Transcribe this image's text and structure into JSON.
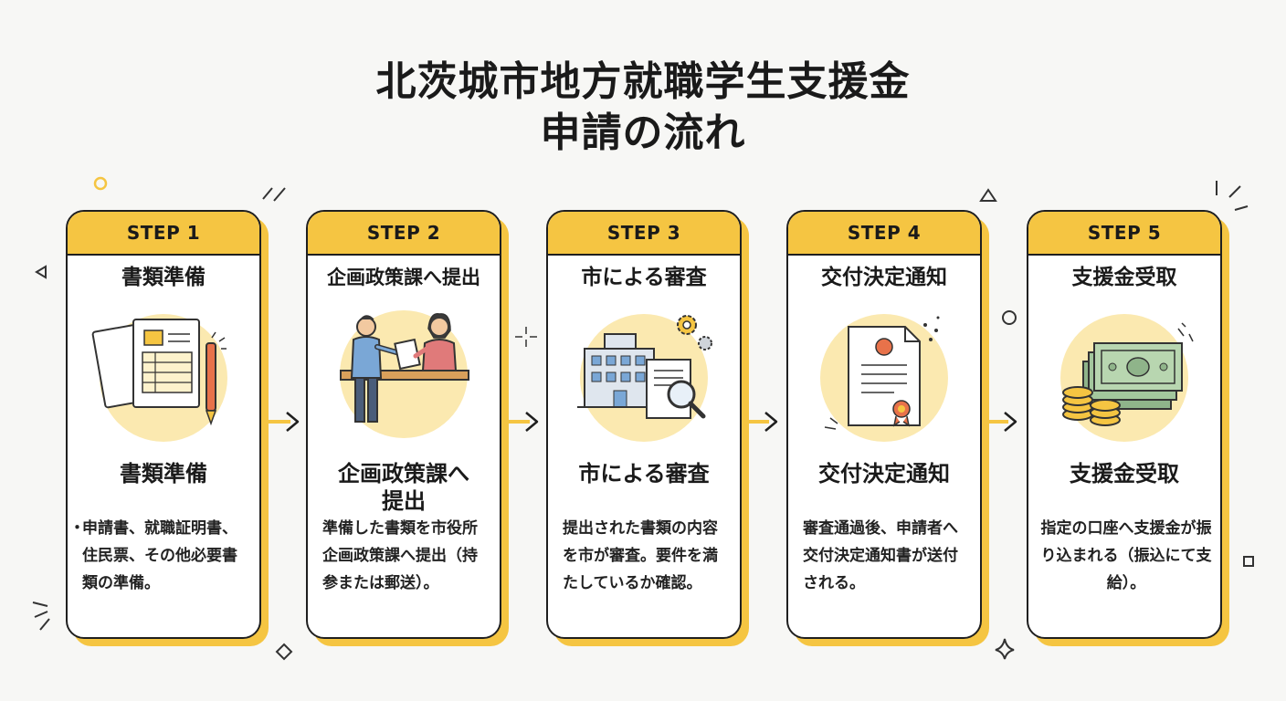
{
  "title": {
    "line1": "北茨城市地方就職学生支援金",
    "line2": "申請の流れ"
  },
  "colors": {
    "accent": "#f5c542",
    "outline": "#1f1f1f",
    "background": "#f7f7f5"
  },
  "steps": [
    {
      "label": "STEP 1",
      "name": "書類準備",
      "sub": "書類準備",
      "desc": "申請書、就職証明書、住民票、その他必要書類の準備。",
      "icon": "documents-pen-icon"
    },
    {
      "label": "STEP 2",
      "name": "企画政策課へ提出",
      "sub": "企画政策課へ提出",
      "desc": "準備した書類を市役所企画政策課へ提出（持参または郵送）。",
      "icon": "counter-handover-icon"
    },
    {
      "label": "STEP 3",
      "name": "市による審査",
      "sub": "市による審査",
      "desc": "提出された書類の内容を市が審査。要件を満たしているか確認。",
      "icon": "city-hall-review-icon"
    },
    {
      "label": "STEP 4",
      "name": "交付決定通知",
      "sub": "交付決定通知",
      "desc": "審査通過後、申請者へ交付決定通知書が送付される。",
      "icon": "certificate-icon"
    },
    {
      "label": "STEP 5",
      "name": "支援金受取",
      "sub": "支援金受取",
      "desc": "指定の口座へ支援金が振り込まれる（振込にて支給）。",
      "icon": "money-coins-icon"
    }
  ]
}
